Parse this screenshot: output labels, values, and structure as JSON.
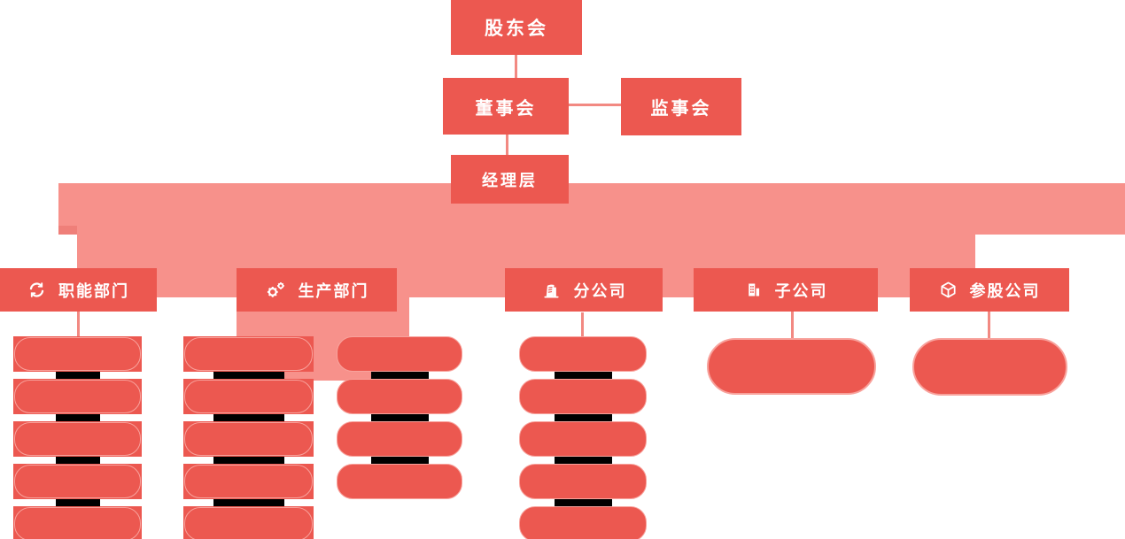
{
  "org_chart": {
    "top": {
      "shareholders": "股东会",
      "board": "董事会",
      "supervisory": "监事会",
      "management": "经理层"
    },
    "departments": [
      {
        "label": "职能部门",
        "icon": "circular-arrows-icon"
      },
      {
        "label": "生产部门",
        "icon": "gears-icon"
      },
      {
        "label": "分公司",
        "icon": "building-doc-icon"
      },
      {
        "label": "子公司",
        "icon": "buildings-icon"
      },
      {
        "label": "参股公司",
        "icon": "cube-icon"
      }
    ],
    "item_columns": [
      {
        "department": "职能部门",
        "pill_count": 5,
        "style": "sharp"
      },
      {
        "department": "生产部门",
        "pill_count": 5,
        "style": "sharp"
      },
      {
        "department": "生产部门",
        "pill_count": 4,
        "style": "rounded"
      },
      {
        "department": "分公司",
        "pill_count": 5,
        "style": "rounded"
      }
    ],
    "single_items": [
      {
        "department": "子公司",
        "pill_count": 1
      },
      {
        "department": "参股公司",
        "pill_count": 1
      }
    ],
    "colors": {
      "node_red": "#EC5850",
      "band_pink": "#F7918B",
      "connector_salmon": "#F28982",
      "pill_border_pink": "#F8A29C",
      "link_bar_black": "#000000",
      "text_white": "#FFFFFF"
    }
  }
}
